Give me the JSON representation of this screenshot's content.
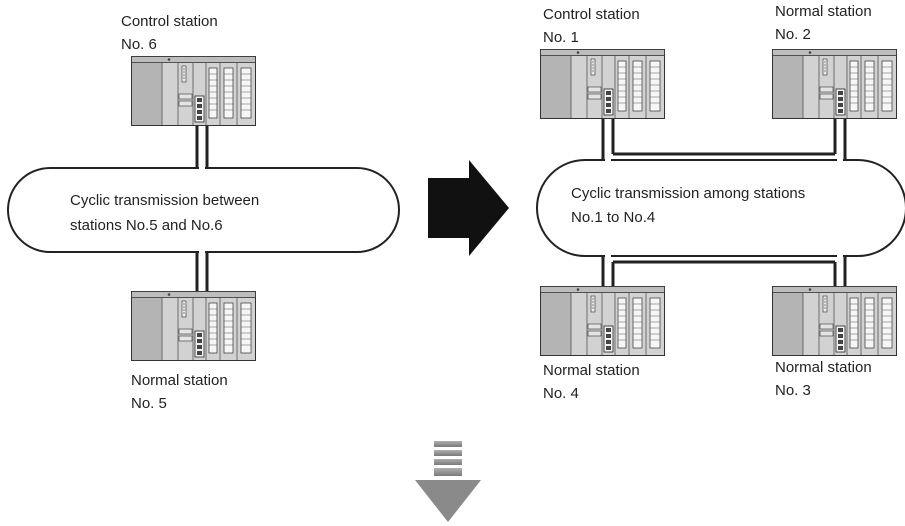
{
  "left_network": {
    "control_station": {
      "line1": "Control station",
      "line2": "No. 6"
    },
    "normal_station": {
      "line1": "Normal station",
      "line2": "No. 5"
    },
    "cyclic_text": {
      "line1": "Cyclic transmission between",
      "line2": "stations No.5 and No.6"
    }
  },
  "right_network": {
    "control_station": {
      "line1": "Control station",
      "line2": "No. 1"
    },
    "normal_station_2": {
      "line1": "Normal station",
      "line2": "No. 2"
    },
    "normal_station_3": {
      "line1": "Normal station",
      "line2": "No. 3"
    },
    "normal_station_4": {
      "line1": "Normal station",
      "line2": "No. 4"
    },
    "cyclic_text": {
      "line1": "Cyclic transmission among stations",
      "line2": "No.1 to No.4"
    }
  },
  "icons": {
    "plc": "plc-unit-icon",
    "arrow_right": "arrow-right-icon",
    "arrow_down": "arrow-down-icon"
  },
  "colors": {
    "plc_body": "#d2d2d2",
    "plc_dark": "#b4b4b4",
    "outline": "#222222",
    "arrow_solid": "#111111",
    "arrow_gradient": "#8a8a8a"
  }
}
